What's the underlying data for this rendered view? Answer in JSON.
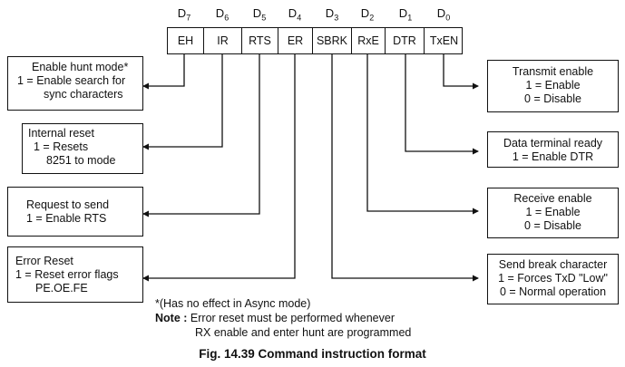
{
  "bits": [
    {
      "label": "D",
      "index": "7",
      "name": "EH"
    },
    {
      "label": "D",
      "index": "6",
      "name": "IR"
    },
    {
      "label": "D",
      "index": "5",
      "name": "RTS"
    },
    {
      "label": "D",
      "index": "4",
      "name": "ER"
    },
    {
      "label": "D",
      "index": "3",
      "name": "SBRK"
    },
    {
      "label": "D",
      "index": "2",
      "name": "RxE"
    },
    {
      "label": "D",
      "index": "1",
      "name": "DTR"
    },
    {
      "label": "D",
      "index": "0",
      "name": "TxEN"
    }
  ],
  "left_boxes": {
    "hunt": {
      "lines": [
        "Enable hunt mode*",
        "1 = Enable search for",
        "sync characters"
      ]
    },
    "reset": {
      "lines": [
        "Internal reset",
        "1 = Resets",
        "8251 to mode"
      ]
    },
    "rts": {
      "lines": [
        "Request to send",
        "1 = Enable RTS"
      ]
    },
    "error": {
      "lines": [
        "Error Reset",
        "1 = Reset error flags",
        "PE.OE.FE"
      ]
    }
  },
  "right_boxes": {
    "txen": {
      "lines": [
        "Transmit enable",
        "1 = Enable",
        "0 = Disable"
      ]
    },
    "dtr": {
      "lines": [
        "Data terminal ready",
        "1 = Enable DTR"
      ]
    },
    "rxe": {
      "lines": [
        "Receive enable",
        "1 = Enable",
        "0 = Disable"
      ]
    },
    "sbrk": {
      "lines": [
        "Send break character",
        "1 = Forces TxD \"Low\"",
        "0 = Normal operation"
      ]
    }
  },
  "footnote": "*(Has no effect in Async mode)",
  "note": {
    "label": "Note :",
    "line1": "Error reset must be performed whenever",
    "line2": "RX enable and enter hunt are programmed"
  },
  "caption": "Fig. 14.39 Command instruction format"
}
